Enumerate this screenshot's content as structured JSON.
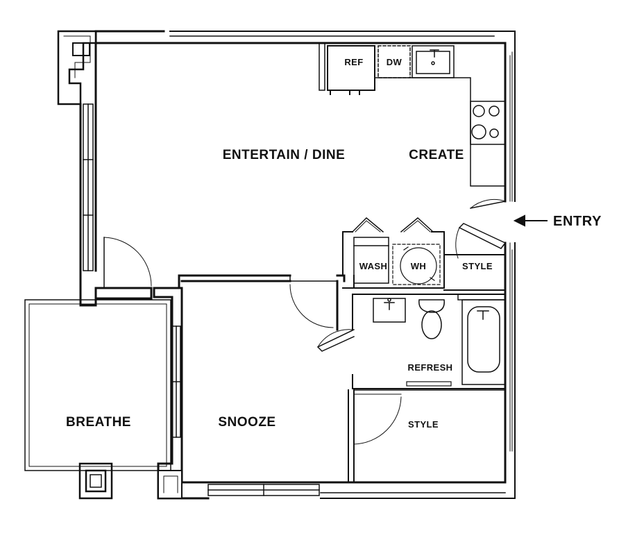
{
  "rooms": {
    "entertain_dine": "ENTERTAIN / DINE",
    "create": "CREATE",
    "breathe": "BREATHE",
    "snooze": "SNOOZE",
    "refresh": "REFRESH",
    "style_entry": "STYLE",
    "style_bedroom": "STYLE"
  },
  "fixtures": {
    "refrigerator": "REF",
    "dishwasher": "DW",
    "washer": "WASH",
    "water_heater": "WH"
  },
  "entry_label": "ENTRY"
}
